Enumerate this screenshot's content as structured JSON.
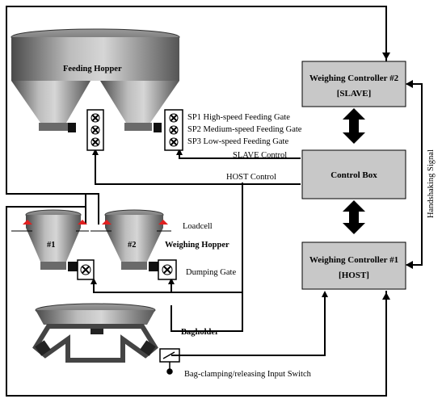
{
  "diagram": {
    "feeding_hopper": "Feeding Hopper",
    "sp1": "SP1 High-speed Feeding Gate",
    "sp2": "SP2 Medium-speed Feeding Gate",
    "sp3": "SP3 Low-speed Feeding Gate",
    "slave_control": "SLAVE  Control",
    "host_control": "HOST  Control",
    "loadcell": "Loadcell",
    "hopper1": "#1",
    "hopper2": "#2",
    "weighing_hopper": "Weighing Hopper",
    "dumping_gate": "Dumping Gate",
    "bagholder": "Bagholder",
    "input_switch": "Bag-clamping/releasing  Input Switch",
    "handshaking": "Handshaking Signal",
    "controller2_line1": "Weighing Controller #2",
    "controller2_line2": "[SLAVE]",
    "control_box": "Control Box",
    "controller1_line1": "Weighing Controller #1",
    "controller1_line2": "[HOST]"
  },
  "colors": {
    "box_fill": "#c8c8c8",
    "hopper_dark": "#5a5a5a",
    "hopper_light": "#b4b4b4",
    "loadcell_red": "#e02020"
  }
}
